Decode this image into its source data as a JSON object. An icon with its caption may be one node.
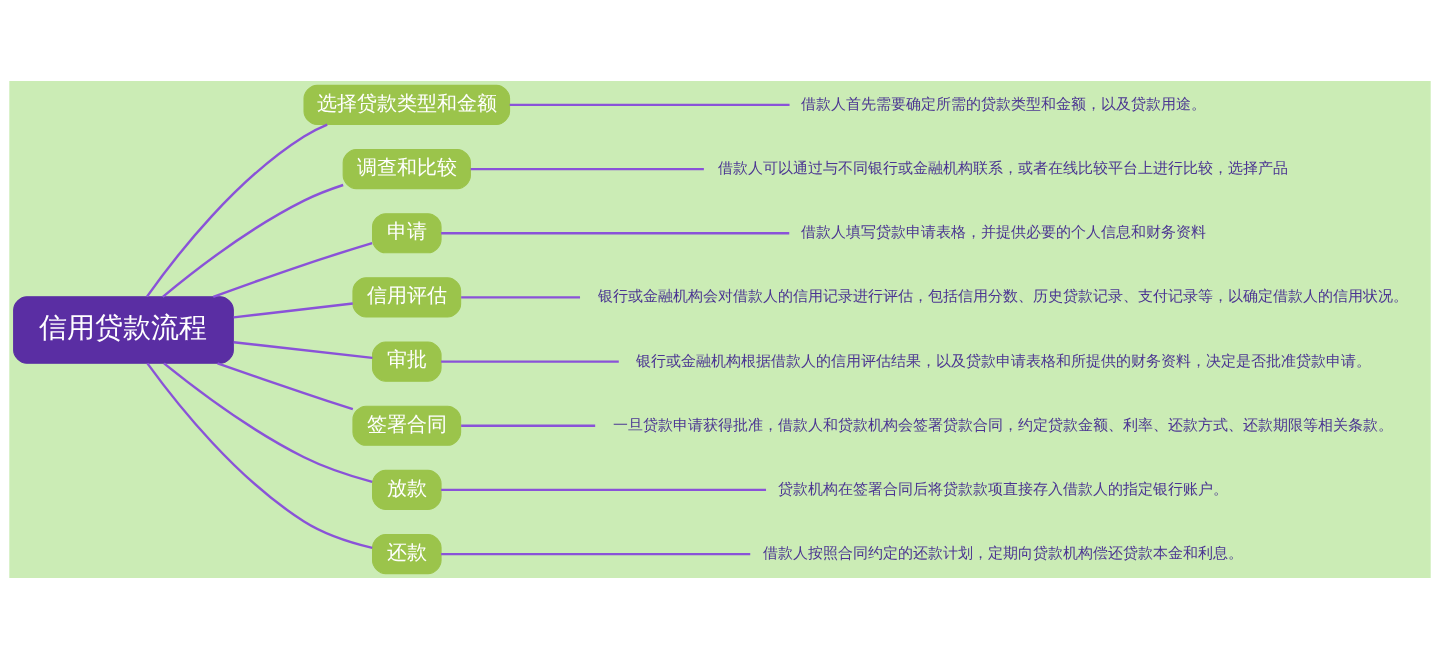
{
  "diagram": {
    "nodes": [
      {
        "text": [
          "信用贷款流程"
        ]
      },
      {
        "text": [
          "选择贷款类型和金额"
        ]
      },
      {
        "text": [
          "借款人首先需要确定所需的贷款类型和金额，以及贷款用途。"
        ]
      },
      {
        "text": [
          "调查和比较"
        ]
      },
      {
        "text": [
          "借款人可以通过与不同银行或金融机构联系，或者在线比较平台上进行比较，选择产品"
        ]
      },
      {
        "text": [
          "申请"
        ]
      },
      {
        "text": [
          "借款人填写贷款申请表格，并提供必要的个人信息和财务资料"
        ]
      },
      {
        "text": [
          "信用评估"
        ]
      },
      {
        "text": [
          "银行或金融机构会对借款人的信用记录进行评估，包括信用分数、历史贷款记录、支付记录等，以确定借款人的信用状况。"
        ]
      },
      {
        "text": [
          "审批"
        ]
      },
      {
        "text": [
          "银行或金融机构根据借款人的信用评估结果，以及贷款申请表格和所提供的财务资料，决定是否批准贷款申请。"
        ]
      },
      {
        "text": [
          "签署合同"
        ]
      },
      {
        "text": [
          "一旦贷款申请获得批准，借款人和贷款机构会签署贷款合同，约定贷款金额、利率、还款方式、还款期限等相关条款。"
        ]
      },
      {
        "text": [
          "放款"
        ]
      },
      {
        "text": [
          "贷款机构在签署合同后将贷款款项直接存入借款人的指定银行账户。"
        ]
      },
      {
        "text": [
          "还款"
        ]
      },
      {
        "text": [
          "借款人按照合同约定的还款计划，定期向贷款机构偿还贷款本金和利息。"
        ]
      }
    ],
    "edges": [
      {
        "from": 0,
        "to": 1,
        "arrow": "none"
      },
      {
        "from": 1,
        "to": 2,
        "arrow": "none"
      },
      {
        "from": 0,
        "to": 3,
        "arrow": "none"
      },
      {
        "from": 3,
        "to": 4,
        "arrow": "none"
      },
      {
        "from": 0,
        "to": 5,
        "arrow": "none"
      },
      {
        "from": 5,
        "to": 6,
        "arrow": "none"
      },
      {
        "from": 0,
        "to": 7,
        "arrow": "none"
      },
      {
        "from": 7,
        "to": 8,
        "arrow": "none"
      },
      {
        "from": 0,
        "to": 9,
        "arrow": "none"
      },
      {
        "from": 9,
        "to": 10,
        "arrow": "none"
      },
      {
        "from": 0,
        "to": 11,
        "arrow": "none"
      },
      {
        "from": 11,
        "to": 12,
        "arrow": "none"
      },
      {
        "from": 0,
        "to": 13,
        "arrow": "none"
      },
      {
        "from": 13,
        "to": 14,
        "arrow": "none"
      },
      {
        "from": 0,
        "to": 15,
        "arrow": "none"
      },
      {
        "from": 15,
        "to": 16,
        "arrow": "none"
      }
    ]
  }
}
